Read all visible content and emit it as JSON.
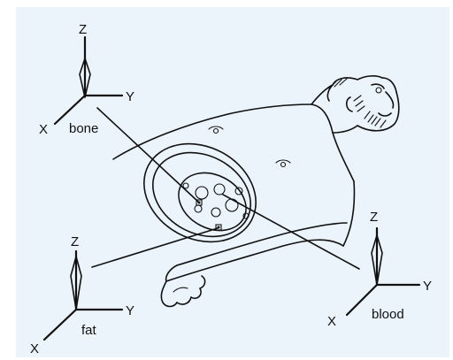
{
  "axes_bone": {
    "z": "Z",
    "y": "Y",
    "x": "X",
    "tissue": "bone"
  },
  "axes_fat": {
    "z": "Z",
    "y": "Y",
    "x": "X",
    "tissue": "fat"
  },
  "axes_blood": {
    "z": "Z",
    "y": "Y",
    "x": "X",
    "tissue": "blood"
  },
  "colors": {
    "background": "#eaf4fa",
    "ink": "#111111"
  }
}
